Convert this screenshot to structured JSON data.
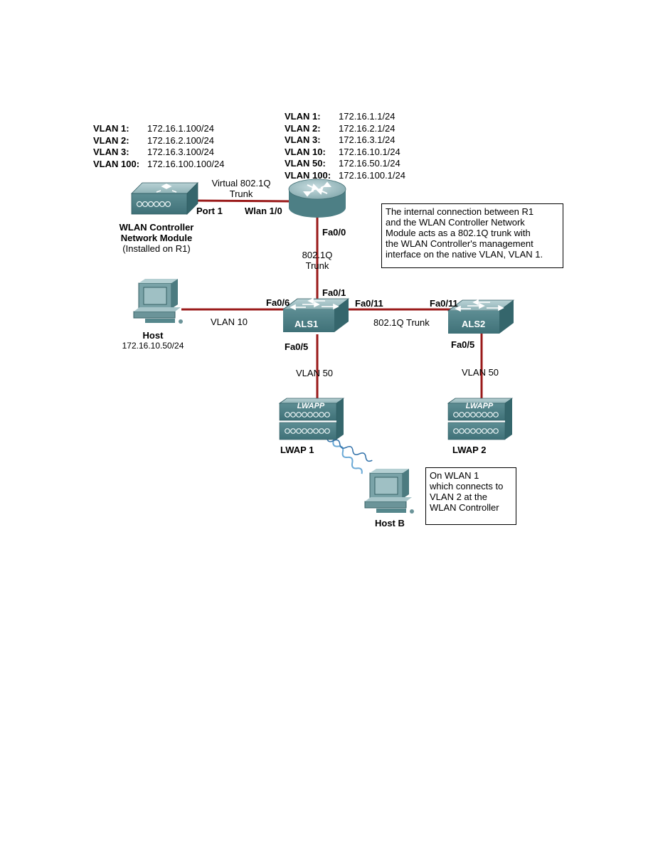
{
  "colors": {
    "link": "#9a1a1a",
    "device_light": "#8fb2b6",
    "device_dark": "#3f7178",
    "wireless": "#6aa9d6"
  },
  "wlc_vlans": [
    {
      "name": "VLAN 1:",
      "ip": "172.16.1.100/24"
    },
    {
      "name": "VLAN 2:",
      "ip": "172.16.2.100/24"
    },
    {
      "name": "VLAN 3:",
      "ip": "172.16.3.100/24"
    },
    {
      "name": "VLAN 100:",
      "ip": "172.16.100.100/24"
    }
  ],
  "router_vlans": [
    {
      "name": "VLAN 1:",
      "ip": "172.16.1.1/24"
    },
    {
      "name": "VLAN 2:",
      "ip": "172.16.2.1/24"
    },
    {
      "name": "VLAN 3:",
      "ip": "172.16.3.1/24"
    },
    {
      "name": "VLAN 10:",
      "ip": "172.16.10.1/24"
    },
    {
      "name": "VLAN 50:",
      "ip": "172.16.50.1/24"
    },
    {
      "name": "VLAN 100:",
      "ip": "172.16.100.1/24"
    }
  ],
  "labels": {
    "virtual_trunk_1": "Virtual 802.1Q",
    "virtual_trunk_2": "Trunk",
    "port1": "Port 1",
    "wlan10": "Wlan 1/0",
    "wlc_name_1": "WLAN Controller",
    "wlc_name_2": "Network Module",
    "wlc_installed": "(Installed on R1)",
    "fa00": "Fa0/0",
    "trunk_8021q_1": "802.1Q",
    "trunk_8021q_2": "Trunk",
    "fa01": "Fa0/1",
    "fa06": "Fa0/6",
    "fa011_als1": "Fa0/11",
    "fa011_als2": "Fa0/11",
    "vlan10": "VLAN 10",
    "als1": "ALS1",
    "als2": "ALS2",
    "trunk_als": "802.1Q Trunk",
    "fa05_als1": "Fa0/5",
    "fa05_als2": "Fa0/5",
    "vlan50_a": "VLAN 50",
    "vlan50_b": "VLAN 50",
    "host": "Host",
    "host_ip": "172.16.10.50/24",
    "lwap1": "LWAP 1",
    "lwap2": "LWAP 2",
    "lwapp": "LWAPP",
    "hostb": "Host B"
  },
  "notes": {
    "internal": [
      "The internal connection between R1",
      "and the WLAN Controller Network",
      "Module acts as a 802.1Q trunk with",
      "the WLAN Controller's management",
      "interface on the native VLAN, VLAN 1."
    ],
    "wlan1": [
      "On WLAN 1",
      "which connects to",
      "VLAN 2 at the",
      "WLAN Controller"
    ]
  }
}
